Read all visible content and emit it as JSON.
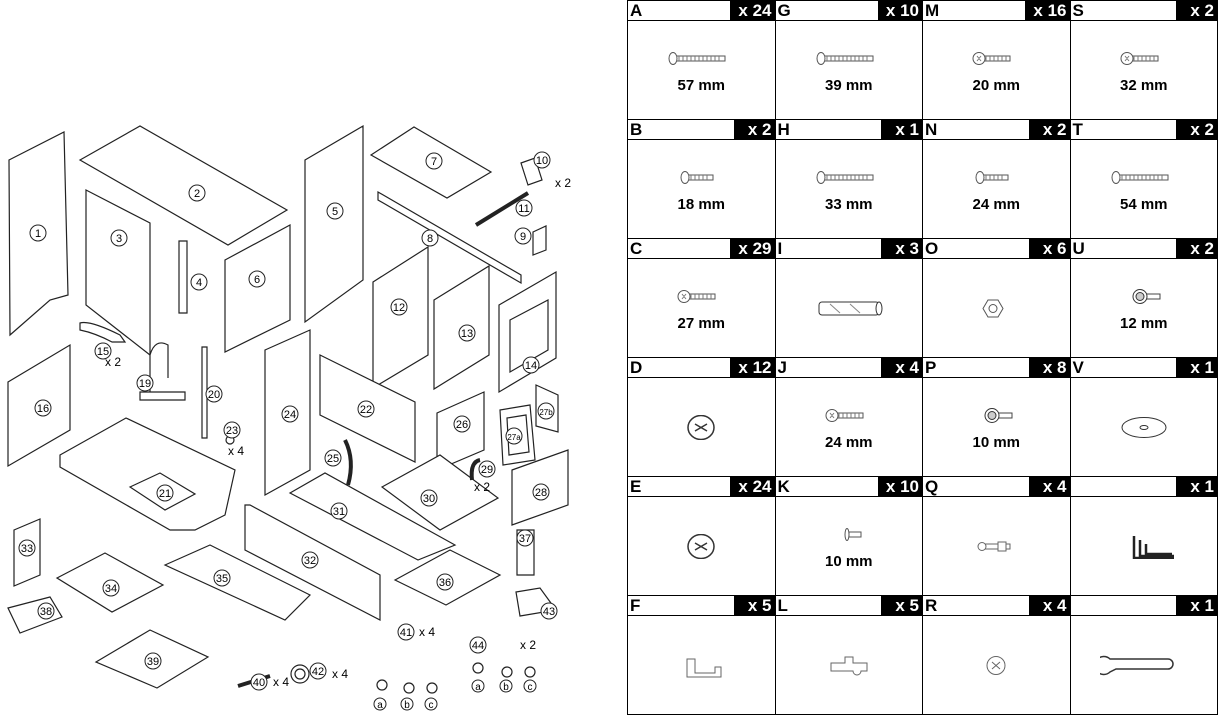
{
  "parts": [
    "1",
    "2",
    "3",
    "4",
    "5",
    "6",
    "7",
    "8",
    "9",
    "10",
    "11",
    "12",
    "13",
    "14",
    "15",
    "16",
    "19",
    "20",
    "21",
    "22",
    "23",
    "24",
    "25",
    "26",
    "27a",
    "27b",
    "28",
    "29",
    "30",
    "31",
    "32",
    "33",
    "34",
    "35",
    "36",
    "37",
    "38",
    "39",
    "40",
    "41",
    "42",
    "43",
    "44"
  ],
  "quantity_labels": {
    "p10": "x 2",
    "p15": "x 2",
    "p23": "x 4",
    "p29": "x 2",
    "p40": "x 4",
    "p41": "x 4",
    "p42": "x 4",
    "p44": "x 2"
  },
  "sub_labels": [
    "a",
    "b",
    "c"
  ],
  "hardware": [
    {
      "letter": "A",
      "qty": "x 24",
      "size": "57 mm",
      "icon": "screw-long"
    },
    {
      "letter": "G",
      "qty": "x 10",
      "size": "39 mm",
      "icon": "screw-long"
    },
    {
      "letter": "M",
      "qty": "x 16",
      "size": "20 mm",
      "icon": "screw-pan"
    },
    {
      "letter": "S",
      "qty": "x 2",
      "size": "32 mm",
      "icon": "screw-pan"
    },
    {
      "letter": "B",
      "qty": "x 2",
      "size": "18 mm",
      "icon": "screw-short"
    },
    {
      "letter": "H",
      "qty": "x 1",
      "size": "33 mm",
      "icon": "screw-long"
    },
    {
      "letter": "N",
      "qty": "x 2",
      "size": "24 mm",
      "icon": "screw-short"
    },
    {
      "letter": "T",
      "qty": "x 2",
      "size": "54 mm",
      "icon": "screw-long"
    },
    {
      "letter": "C",
      "qty": "x 29",
      "size": "27 mm",
      "icon": "screw-pan"
    },
    {
      "letter": "I",
      "qty": "x 3",
      "size": "",
      "icon": "dowel"
    },
    {
      "letter": "O",
      "qty": "x 6",
      "size": "",
      "icon": "nut"
    },
    {
      "letter": "U",
      "qty": "x 2",
      "size": "12 mm",
      "icon": "screw-washer"
    },
    {
      "letter": "D",
      "qty": "x 12",
      "size": "",
      "icon": "cam-lock"
    },
    {
      "letter": "J",
      "qty": "x 4",
      "size": "24 mm",
      "icon": "screw-pan"
    },
    {
      "letter": "P",
      "qty": "x 8",
      "size": "10 mm",
      "icon": "screw-washer"
    },
    {
      "letter": "V",
      "qty": "x 1",
      "size": "",
      "icon": "washer"
    },
    {
      "letter": "E",
      "qty": "x 24",
      "size": "",
      "icon": "cam-lock"
    },
    {
      "letter": "K",
      "qty": "x 10",
      "size": "10 mm",
      "icon": "screw-tiny"
    },
    {
      "letter": "Q",
      "qty": "x 4",
      "size": "",
      "icon": "cam-bolt"
    },
    {
      "letter": "",
      "qty": "x 1",
      "size": "",
      "icon": "allen-keys"
    },
    {
      "letter": "F",
      "qty": "x 5",
      "size": "",
      "icon": "bracket"
    },
    {
      "letter": "L",
      "qty": "x 5",
      "size": "",
      "icon": "clip"
    },
    {
      "letter": "R",
      "qty": "x 4",
      "size": "",
      "icon": "cam-lock-small"
    },
    {
      "letter": "",
      "qty": "x 1",
      "size": "",
      "icon": "wrench"
    }
  ]
}
